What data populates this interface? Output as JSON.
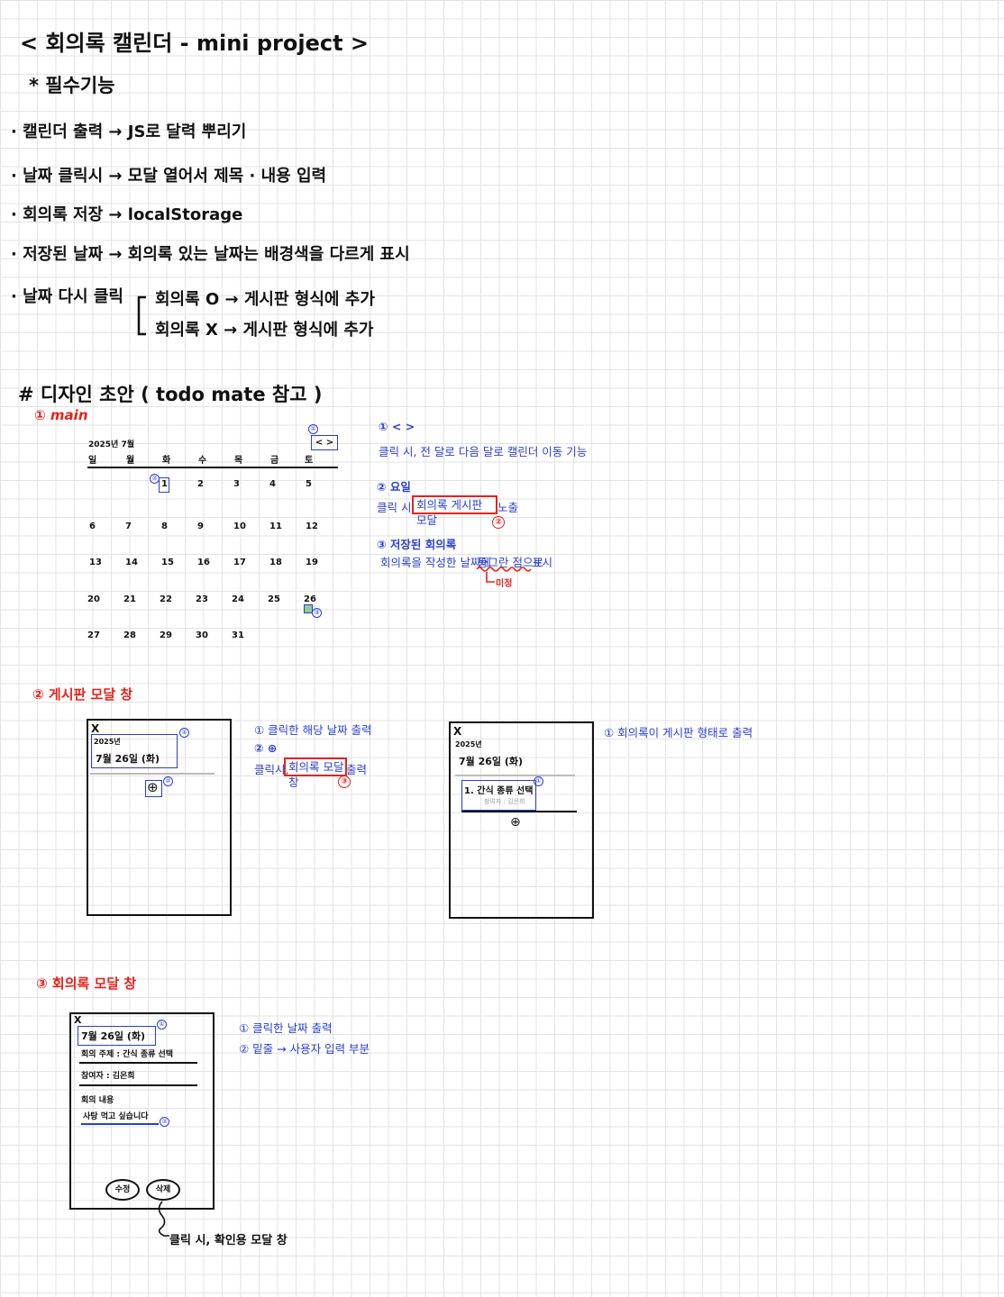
{
  "title": "< 회의록 캘린더 - mini project >",
  "section_features": "* 필수기능",
  "features": [
    "· 캘린더 출력 → JS로 달력 뿌리기",
    "· 날짜 클릭시 → 모달 열어서 제목 · 내용 입력",
    "· 회의록 저장 → localStorage",
    "· 저장된 날짜 → 회의록 있는 날짜는 배경색을 다르게 표시"
  ],
  "click_again": {
    "label": "· 날짜 다시 클릭",
    "branch_o": "회의록 O → 게시판 형식에 추가",
    "branch_x": "회의록 X → 게시판 형식에 추가"
  },
  "design_title": "# 디자인 초안 ( todo mate 참고 )",
  "main": {
    "label": "① main",
    "year_month": "2025년 7월",
    "weekdays": [
      "일",
      "월",
      "화",
      "수",
      "목",
      "금",
      "토"
    ],
    "weeks": [
      [
        "",
        "",
        "1",
        "2",
        "3",
        "4",
        "5"
      ],
      [
        "6",
        "7",
        "8",
        "9",
        "10",
        "11",
        "12"
      ],
      [
        "13",
        "14",
        "15",
        "16",
        "17",
        "18",
        "19"
      ],
      [
        "20",
        "21",
        "22",
        "23",
        "24",
        "25",
        "26"
      ],
      [
        "27",
        "28",
        "29",
        "30",
        "31",
        "",
        ""
      ]
    ],
    "nav_buttons": "< >",
    "mark1": "①",
    "mark2": "②",
    "mark3": "③",
    "notes": {
      "n1_title": "① < >",
      "n1_body": "클릭 시, 전 달로 다음 달로 캘린더 이동 기능",
      "n2_title": "② 요일",
      "n2_pre": "클릭 시,",
      "n2_box": "회의록 게시판 모달",
      "n2_post": "노출",
      "n2_ref": "②",
      "n3_title": "③ 저장된 회의록",
      "n3_body": "회의록을 작성한 날짜에",
      "n3_dot": "동그란 점으로",
      "n3_tail": "표시",
      "n3_sub": "미정"
    }
  },
  "board": {
    "label": "② 게시판 모달 창",
    "close": "X",
    "year": "2025년",
    "date": "7월 26일 (화)",
    "plus": "⊕",
    "mark1": "①",
    "mark2": "②",
    "notes": {
      "n1": "① 클릭한 해당 날짜 출력",
      "n2_title": "② ⊕",
      "n2_pre": "클릭시,",
      "n2_box": "회의록 모달 창",
      "n2_post": "출력",
      "n2_ref": "③"
    },
    "filled": {
      "close": "X",
      "year": "2025년",
      "date": "7월 26일 (화)",
      "item": "1. 간식 종류 선택",
      "item_sub": "참여자 : 김은희",
      "plus": "⊕",
      "mark1": "①",
      "note": "① 회의록이 게시판 형태로 출력"
    }
  },
  "minutes": {
    "label": "③ 회의록 모달 창",
    "close": "X",
    "date": "7월 26일 (화)",
    "topic": "회의 주제 : 간식 종류 선택",
    "participants": "참여자 : 김은희",
    "content_label": "회의 내용",
    "content": "사탕 먹고 싶습니다",
    "edit_button": "수정",
    "delete_button": "삭제",
    "mark1": "①",
    "mark2": "②",
    "notes": {
      "n1": "① 클릭한 날짜 출력",
      "n2": "② 밑줄 → 사용자 입력 부분"
    },
    "footnote": "클릭 시, 확인용 모달 창"
  }
}
